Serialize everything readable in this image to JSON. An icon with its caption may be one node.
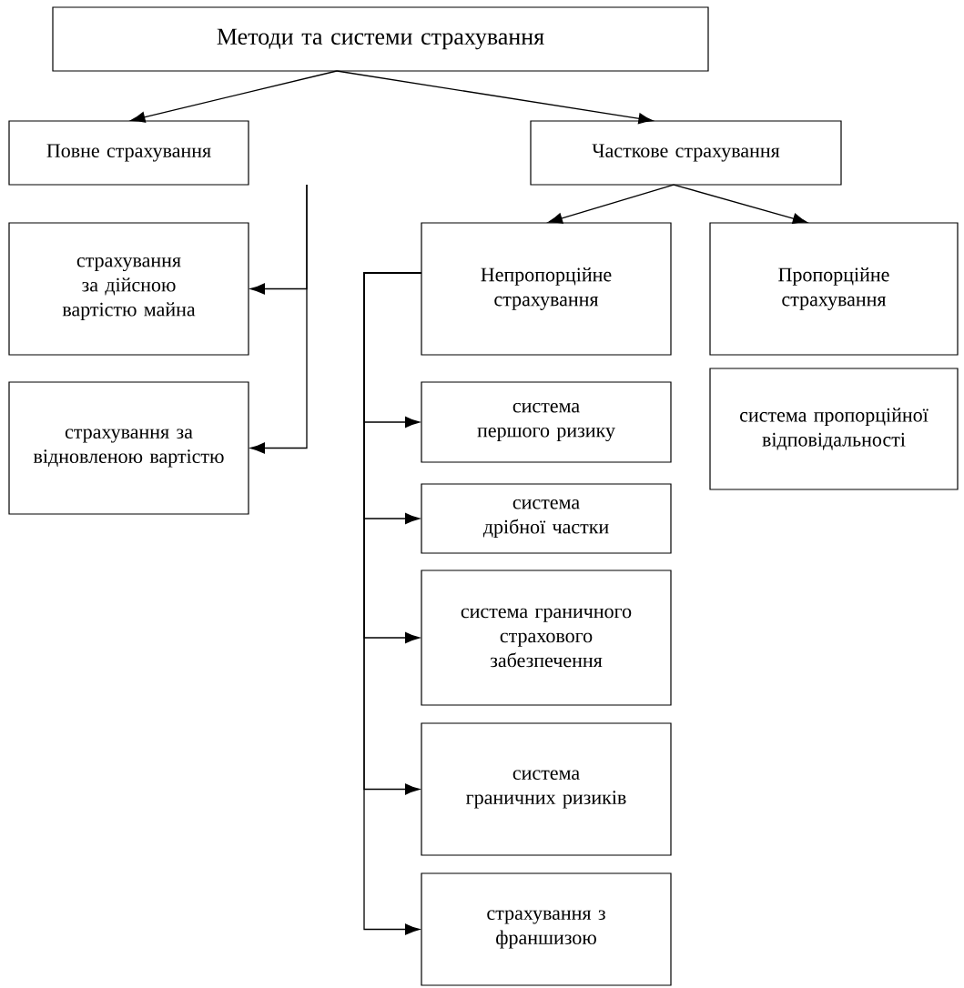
{
  "diagram": {
    "nodes": [
      {
        "text": [
          "Методи та системи страхування"
        ]
      },
      {
        "text": [
          "Повне страхування"
        ]
      },
      {
        "text": [
          "Часткове страхування"
        ]
      },
      {
        "text": [
          "страхування за дійсною вартістю майна"
        ]
      },
      {
        "text": [
          "страхування за відновленою вартістю"
        ]
      },
      {
        "text": [
          "Непропорційне страхування"
        ]
      },
      {
        "text": [
          "Пропорційне страхування"
        ]
      },
      {
        "text": [
          "система першого ризику"
        ]
      },
      {
        "text": [
          "система дрібної частки"
        ]
      },
      {
        "text": [
          "система граничного страхового забезпечення"
        ]
      },
      {
        "text": [
          "система граничних ризиків"
        ]
      },
      {
        "text": [
          "страхування з франшизою"
        ]
      },
      {
        "text": [
          "система пропорційної відповідальності"
        ]
      }
    ],
    "edges": [
      {
        "from": 0,
        "to": 1,
        "arrow": "to"
      },
      {
        "from": 0,
        "to": 2,
        "arrow": "to"
      },
      {
        "from": 2,
        "to": 5,
        "arrow": "to"
      },
      {
        "from": 2,
        "to": 6,
        "arrow": "to"
      },
      {
        "from": 1,
        "to": 3,
        "arrow": "to"
      },
      {
        "from": 1,
        "to": 4,
        "arrow": "to"
      },
      {
        "from": 5,
        "to": 7,
        "arrow": "to"
      },
      {
        "from": 5,
        "to": 8,
        "arrow": "to"
      },
      {
        "from": 5,
        "to": 9,
        "arrow": "to"
      },
      {
        "from": 5,
        "to": 10,
        "arrow": "to"
      },
      {
        "from": 5,
        "to": 11,
        "arrow": "to"
      }
    ]
  }
}
